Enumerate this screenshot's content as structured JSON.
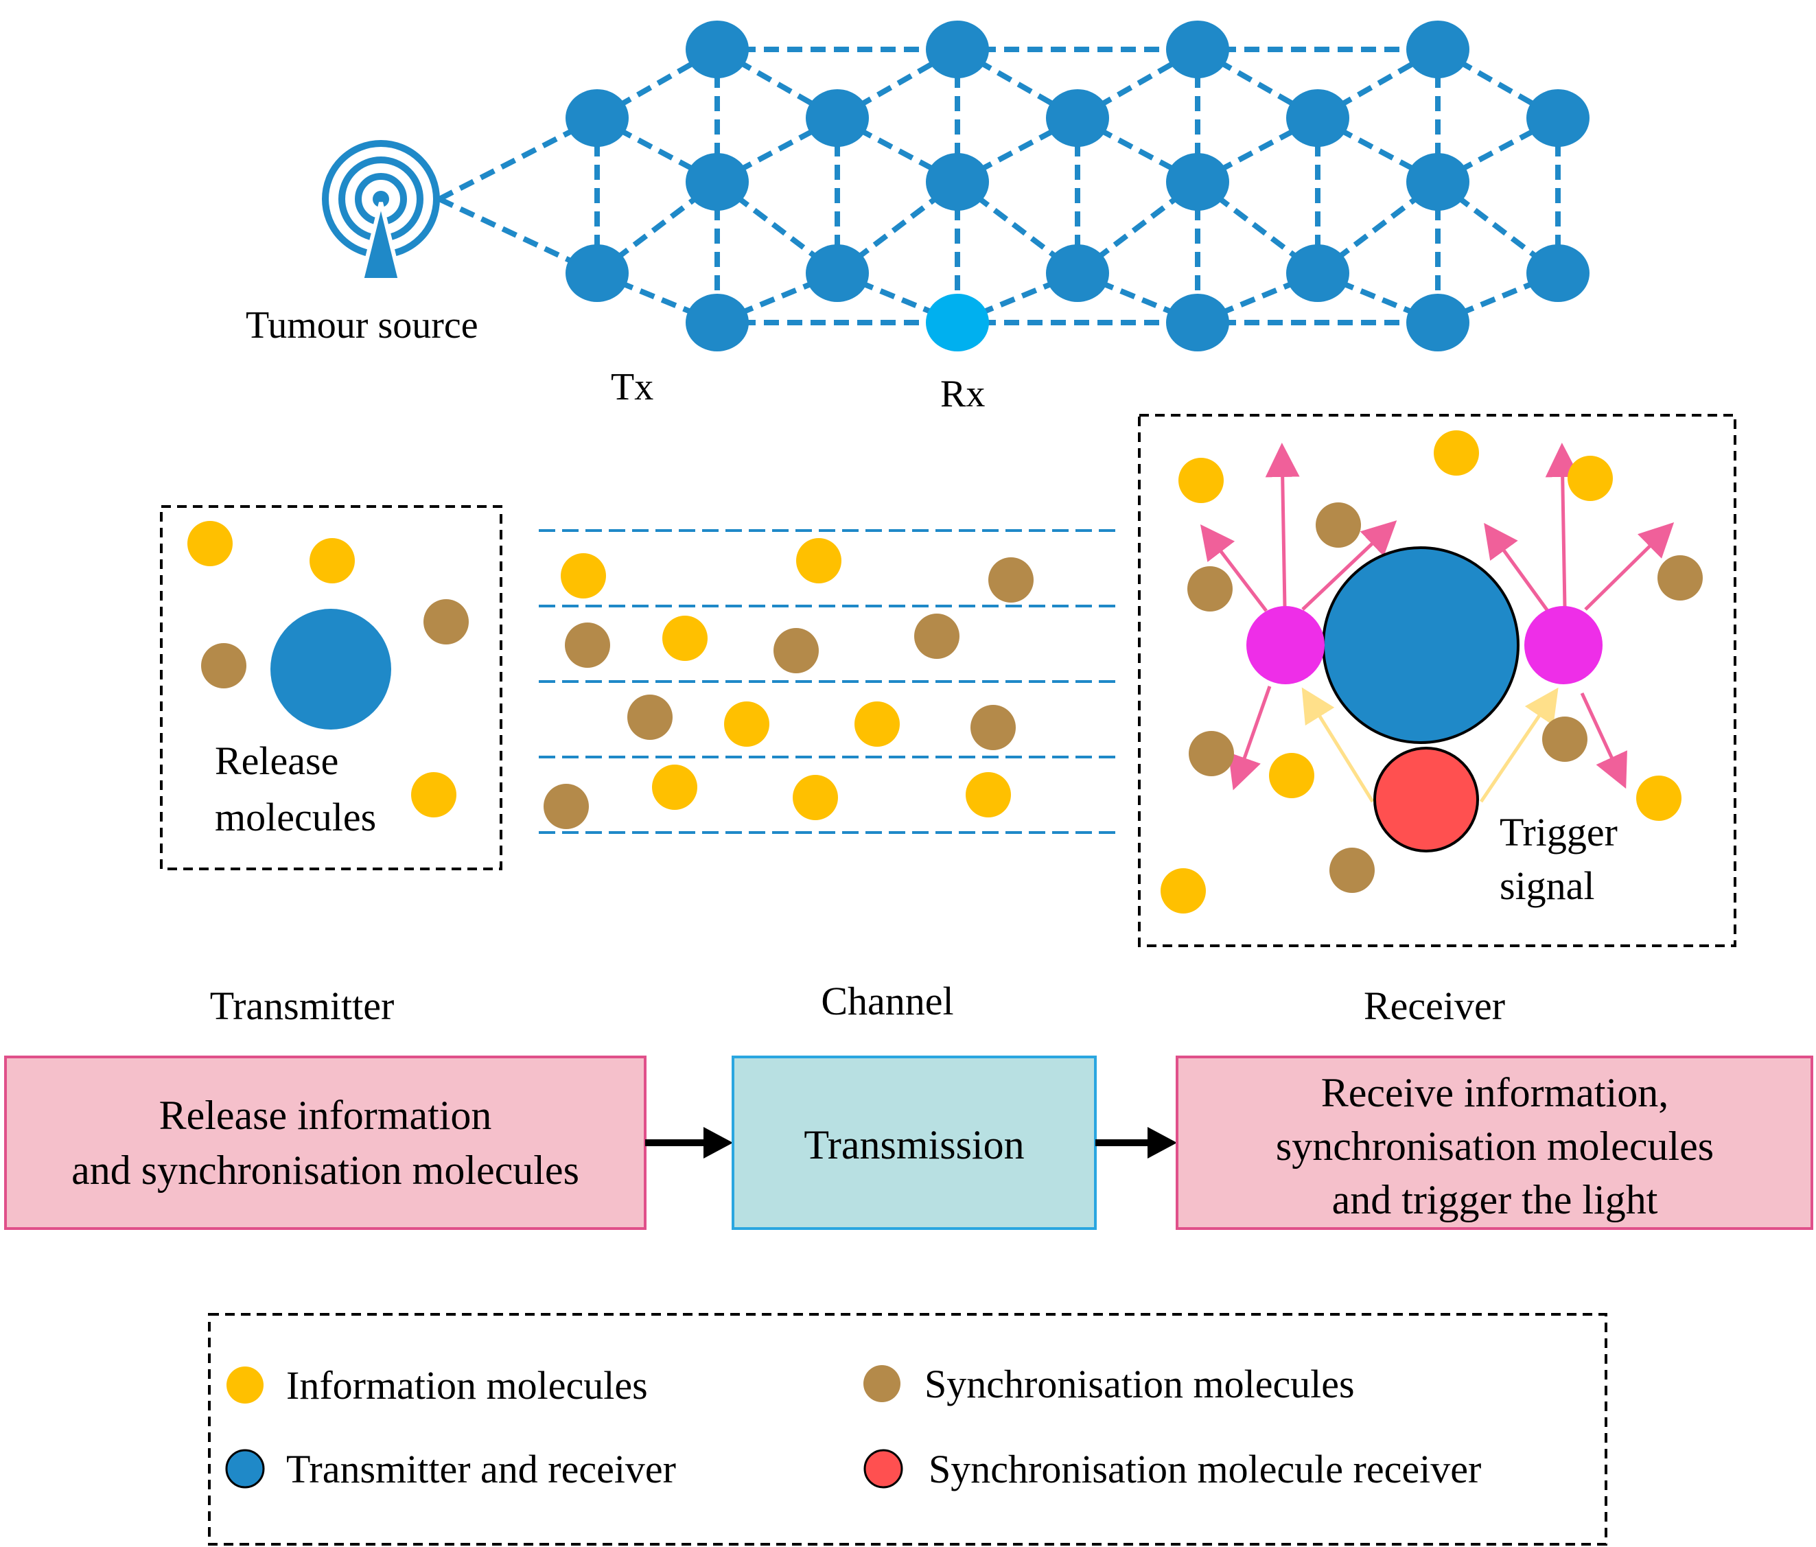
{
  "network": {
    "source_label": "Tumour source",
    "tx_label": "Tx",
    "rx_label": "Rx"
  },
  "transmitter": {
    "caption": "Transmitter",
    "release_label_line1": "Release",
    "release_label_line2": "molecules"
  },
  "channel": {
    "caption": "Channel"
  },
  "receiver": {
    "caption": "Receiver",
    "trigger_label_line1": "Trigger",
    "trigger_label_line2": "signal"
  },
  "flow": {
    "transmitter_box_line1": "Release information",
    "transmitter_box_line2": "and synchronisation molecules",
    "channel_box": "Transmission",
    "receiver_box_line1": "Receive information,",
    "receiver_box_line2": "synchronisation molecules",
    "receiver_box_line3": "and trigger the light"
  },
  "legend": {
    "information": "Information molecules",
    "synchronisation": "Synchronisation molecules",
    "transceiver": "Transmitter and receiver",
    "sync_receiver": "Synchronisation molecule receiver"
  },
  "colors": {
    "node_blue": "#1f89c8",
    "rx_highlight": "#00b0ef",
    "information_molecule": "#ffc000",
    "synchronisation_molecule": "#b48a4a",
    "sync_receiver": "#ff5050",
    "trigger_node": "#ee2ee8",
    "emission_arrow": "#f0609a",
    "input_arrow": "#ffe08a",
    "pink_box_fill": "#f5c0cb",
    "pink_box_stroke": "#e0508a",
    "teal_box_fill": "#b8e0e2",
    "teal_box_stroke": "#2aa6e0"
  }
}
